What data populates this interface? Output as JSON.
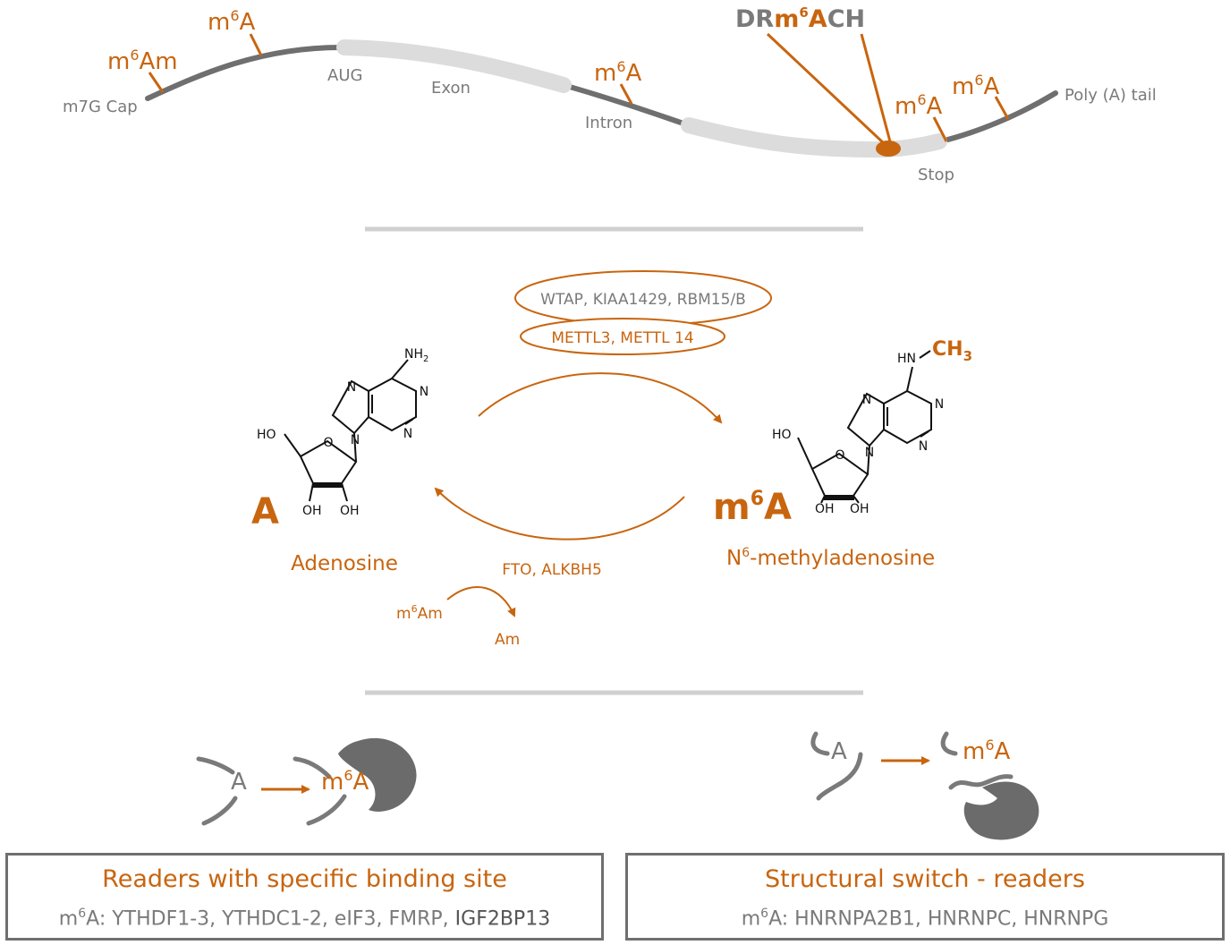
{
  "mrna": {
    "cap_label": "m7G  Cap",
    "aug_label": "AUG",
    "exon_label": "Exon",
    "intron_label": "Intron",
    "stop_label": "Stop",
    "polya_label": "Poly (A) tail",
    "motif": {
      "prefix": "DR",
      "m": "m",
      "sup": "6",
      "a": "A",
      "suffix": "CH"
    },
    "mod_marks": [
      {
        "base": "m",
        "sup": "6",
        "rest": "Am"
      },
      {
        "base": "m",
        "sup": "6",
        "rest": "A"
      },
      {
        "base": "m",
        "sup": "6",
        "rest": "A"
      },
      {
        "base": "m",
        "sup": "6",
        "rest": "A"
      },
      {
        "base": "m",
        "sup": "6",
        "rest": "A"
      }
    ]
  },
  "cycle": {
    "writers_complex": "WTAP, KIAA1429,  RBM15/B",
    "writers_core": "METTL3, METTL 14",
    "erasers": "FTO,  ALKBH5",
    "adenosine_letter": "A",
    "adenosine_name": "Adenosine",
    "m6a_letter": {
      "base": "m",
      "sup": "6",
      "rest": "A"
    },
    "m6a_name": {
      "base": "N",
      "sup": "6",
      "rest": "-methyladenosine"
    },
    "m6am_small": {
      "base": "m",
      "sup": "6",
      "rest": "Am"
    },
    "am_small": "Am",
    "ch3": {
      "base": "CH",
      "sub": "3"
    },
    "atoms": {
      "nh2": {
        "base": "NH",
        "sub": "2"
      },
      "hn": "HN",
      "n": "N",
      "ho": "HO",
      "o": "O",
      "oh": "OH"
    }
  },
  "readers": {
    "left_a": "A",
    "left_m6a": {
      "base": "m",
      "sup": "6",
      "rest": "A"
    },
    "right_a": "A",
    "right_m6a": {
      "base": "m",
      "sup": "6",
      "rest": "A"
    },
    "box_left": {
      "title": "Readers with specific binding site",
      "prefix_base": "m",
      "prefix_sup": "6",
      "prefix_rest": "A: ",
      "items": "YTHDF1-3, YTHDC1-2, eIF3, FMRP, ",
      "last_item": "IGF2BP13"
    },
    "box_right": {
      "title": "Structural switch - readers",
      "prefix_base": "m",
      "prefix_sup": "6",
      "prefix_rest": "A: ",
      "items": "HNRNPA2B1,  HNRNPC,  HNRNPG"
    }
  },
  "colors": {
    "accent": "#c8650f",
    "gray_text": "#7a7a7a",
    "strand": "#6f6f6f",
    "exon": "#dcdcdc",
    "divider": "#d0d0d0",
    "protein": "#6b6b6b"
  },
  "icons": [
    "arrow-right-icon",
    "reader-protein-icon",
    "rna-strand-icon"
  ]
}
